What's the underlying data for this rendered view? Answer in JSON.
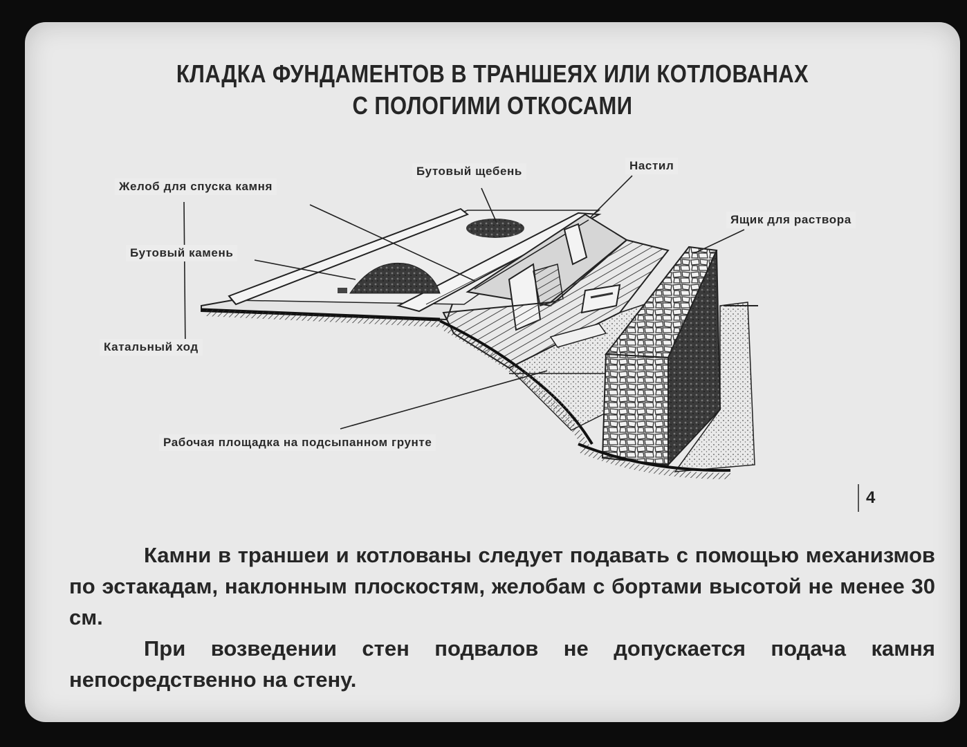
{
  "title": {
    "line1": "КЛАДКА ФУНДАМЕНТОВ В ТРАНШЕЯХ ИЛИ КОТЛОВАНАХ",
    "line2": "С ПОЛОГИМИ ОТКОСАМИ"
  },
  "labels": {
    "chute": "Желоб для спуска камня",
    "rubble_gravel": "Бутовый щебень",
    "decking": "Настил",
    "mortar_box": "Ящик для раствора",
    "rubble_stone": "Бутовый камень",
    "runway": "Катальный ход",
    "work_platform": "Рабочая площадка на подсыпанном грунте"
  },
  "page_number": "4",
  "paragraphs": [
    "Камни в траншеи и котлованы следует подавать с помощью механизмов по эстакадам, наклонным плоскостям, желобам с бортами высотой не менее 30 см.",
    "При возведении стен подвалов не допускается подача камня непосредственно на стену."
  ],
  "colors": {
    "background": "#e9e9e9",
    "ink": "#262626",
    "frame": "#0c0c0c"
  }
}
